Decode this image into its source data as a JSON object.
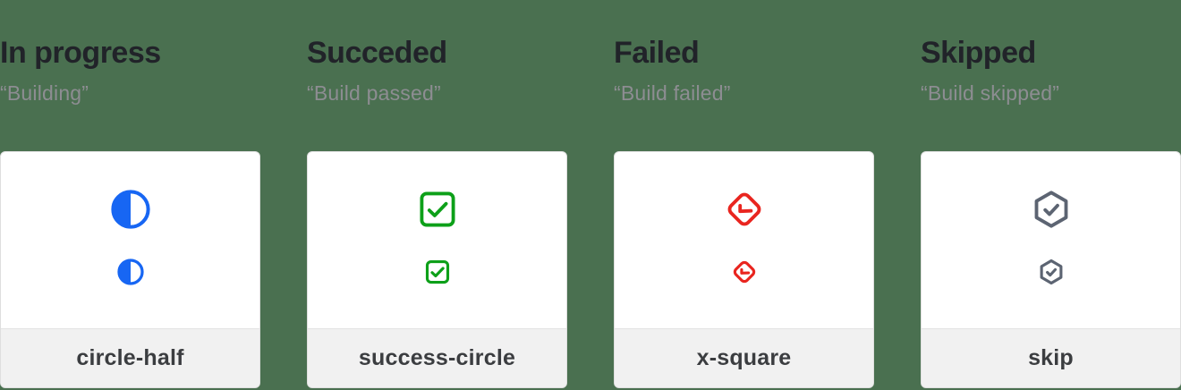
{
  "page": {
    "background_color": "#4a7050",
    "card_background": "#ffffff",
    "card_border_color": "#dedede",
    "footer_background": "#f1f1f1"
  },
  "columns": [
    {
      "title": "In progress",
      "subtitle": "“Building”",
      "icon": "circle-half-icon",
      "label": "circle-half",
      "color": "#1766f3"
    },
    {
      "title": "Succeded",
      "subtitle": "“Build passed”",
      "icon": "check-square-icon",
      "label": "success-circle",
      "color": "#0da019"
    },
    {
      "title": "Failed",
      "subtitle": "“Build failed”",
      "icon": "check-diamond-icon",
      "label": "x-square",
      "color": "#e9251f"
    },
    {
      "title": "Skipped",
      "subtitle": "“Build skipped”",
      "icon": "check-hexagon-icon",
      "label": "skip",
      "color": "#5c6472"
    }
  ]
}
